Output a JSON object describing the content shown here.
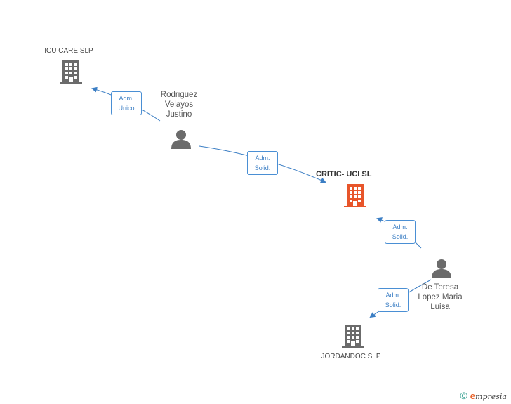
{
  "nodes": {
    "icu_care": {
      "label": "ICU CARE SLP",
      "type": "company",
      "color": "#6b6b6b"
    },
    "critic_uci": {
      "label": "CRITIC- UCI SL",
      "type": "company",
      "color": "#e8552a"
    },
    "jordandoc": {
      "label": "JORDANDOC SLP",
      "type": "company",
      "color": "#6b6b6b"
    },
    "rodriguez": {
      "label": "Rodriguez\nVelayos\nJustino",
      "type": "person",
      "color": "#6b6b6b"
    },
    "de_teresa": {
      "label": "De Teresa\nLopez Maria\nLuisa",
      "type": "person",
      "color": "#6b6b6b"
    }
  },
  "edges": {
    "e1": {
      "line1": "Adm.",
      "line2": "Unico"
    },
    "e2": {
      "line1": "Adm.",
      "line2": "Solid."
    },
    "e3": {
      "line1": "Adm.",
      "line2": "Solid."
    },
    "e4": {
      "line1": "Adm.",
      "line2": "Solid."
    }
  },
  "edge_color": "#3b7ec4",
  "footer": {
    "copyright": "©",
    "brand_initial": "e",
    "brand_rest": "mpresia"
  }
}
